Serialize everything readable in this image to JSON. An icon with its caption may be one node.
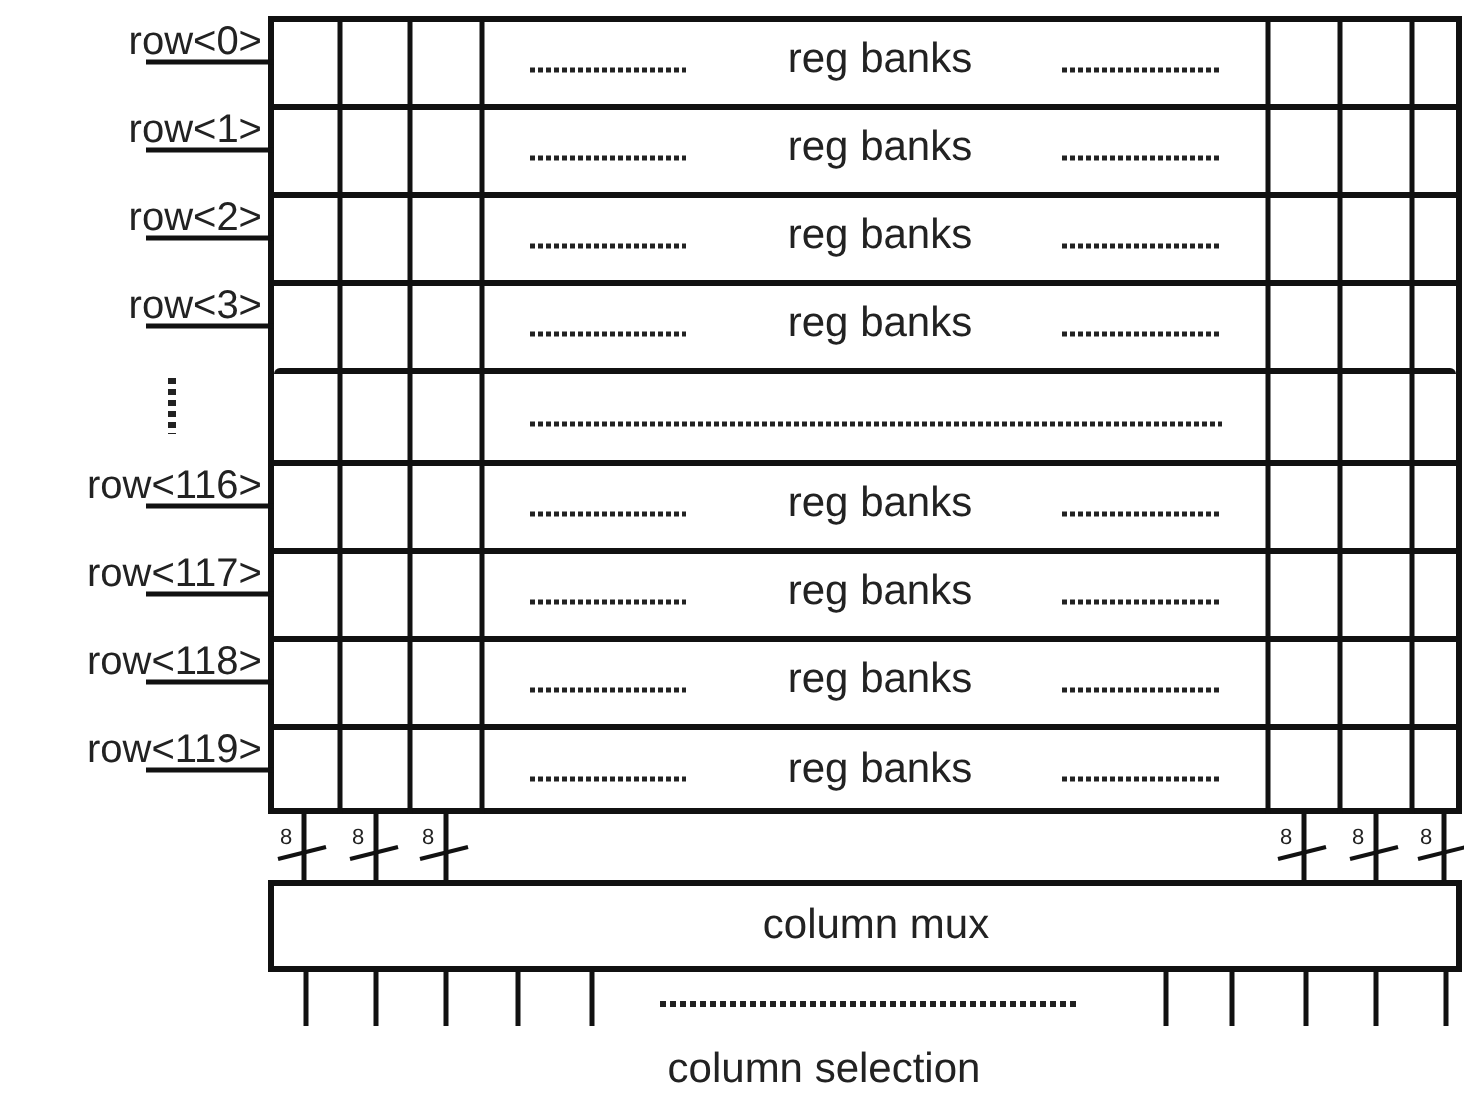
{
  "diagram": {
    "nodes": [
      {
        "text": [],
        "shape": "box"
      },
      {
        "text": [
          "reg banks"
        ],
        "in": 0
      },
      {
        "text": [
          "reg banks"
        ],
        "in": 0
      },
      {
        "text": [
          "reg banks"
        ],
        "in": 0
      },
      {
        "text": [
          "reg banks"
        ],
        "in": 0
      },
      {
        "text": [],
        "shape": "bar",
        "in": 0
      },
      {
        "text": [
          "reg banks"
        ],
        "in": 0
      },
      {
        "text": [
          "reg banks"
        ],
        "in": 0
      },
      {
        "text": [
          "reg banks"
        ],
        "in": 0
      },
      {
        "text": [
          "reg banks"
        ],
        "in": 0
      },
      {
        "text": [
          "row<0>"
        ]
      },
      {
        "text": [
          "row<1>"
        ]
      },
      {
        "text": [
          "row<2>"
        ]
      },
      {
        "text": [
          "row<3>"
        ]
      },
      {
        "text": [
          "row<116>"
        ]
      },
      {
        "text": [
          "row<117>"
        ]
      },
      {
        "text": [
          "row<118>"
        ]
      },
      {
        "text": [
          "row<119>"
        ]
      },
      {
        "text": [
          "column mux"
        ]
      }
    ],
    "edges": [
      {
        "from": 10,
        "to": 1,
        "arrow": "none"
      },
      {
        "from": 11,
        "to": 2,
        "arrow": "none"
      },
      {
        "from": 12,
        "to": 3,
        "arrow": "none"
      },
      {
        "from": 13,
        "to": 4,
        "arrow": "none"
      },
      {
        "from": 14,
        "to": 6,
        "arrow": "none"
      },
      {
        "from": 15,
        "to": 7,
        "arrow": "none"
      },
      {
        "from": 16,
        "to": 8,
        "arrow": "none"
      },
      {
        "from": 17,
        "to": 9,
        "arrow": "none"
      },
      {
        "from": 0,
        "to": 18,
        "arrow": "none",
        "label": "8"
      },
      {
        "from": 0,
        "to": 18,
        "arrow": "none",
        "label": "8"
      },
      {
        "from": 0,
        "to": 18,
        "arrow": "none",
        "label": "8"
      },
      {
        "from": 0,
        "to": 18,
        "arrow": "none",
        "label": "8"
      },
      {
        "from": 0,
        "to": 18,
        "arrow": "none",
        "label": "8"
      },
      {
        "from": 0,
        "to": 18,
        "arrow": "none",
        "label": "8"
      },
      {
        "from": 18,
        "to": null,
        "arrow": "none"
      },
      {
        "from": 18,
        "to": null,
        "arrow": "none"
      },
      {
        "from": 18,
        "to": null,
        "arrow": "none"
      },
      {
        "from": 18,
        "to": null,
        "arrow": "none"
      },
      {
        "from": 18,
        "to": null,
        "arrow": "none"
      },
      {
        "from": 18,
        "to": null,
        "arrow": "none"
      },
      {
        "from": 18,
        "to": null,
        "arrow": "none"
      },
      {
        "from": 18,
        "to": null,
        "arrow": "none"
      },
      {
        "from": 18,
        "to": null,
        "arrow": "none"
      },
      {
        "from": 18,
        "to": null,
        "arrow": "none"
      }
    ],
    "labels": [
      "column selection"
    ]
  }
}
